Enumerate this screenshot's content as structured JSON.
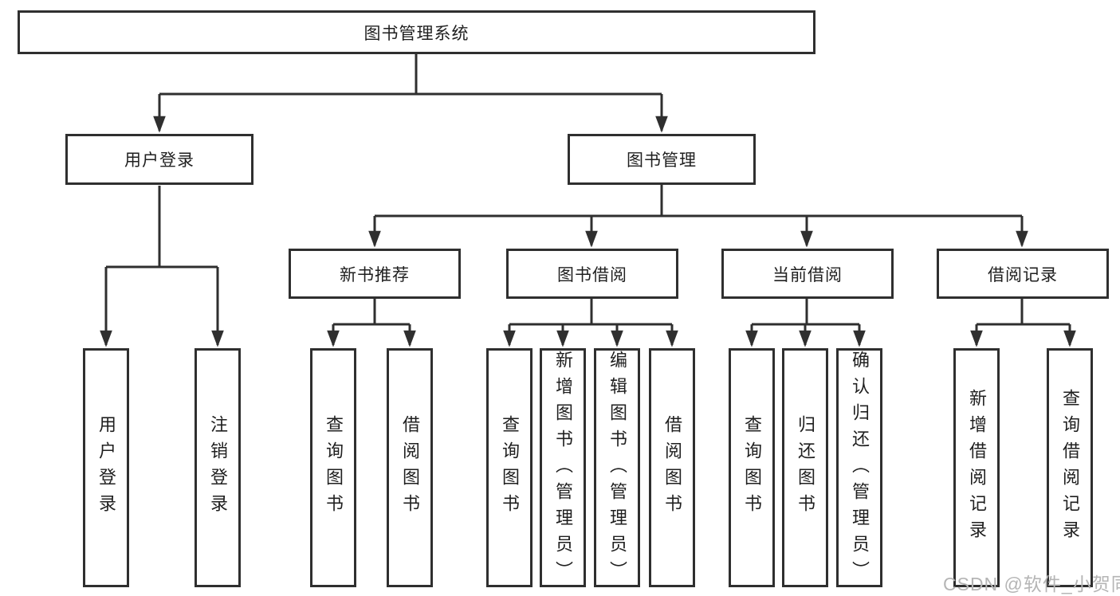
{
  "tree": {
    "label": "图书管理系统",
    "children": [
      {
        "label": "用户登录",
        "children": [
          {
            "label": "用户登录"
          },
          {
            "label": "注销登录"
          }
        ]
      },
      {
        "label": "图书管理",
        "children": [
          {
            "label": "新书推荐",
            "children": [
              {
                "label": "查询图书"
              },
              {
                "label": "借阅图书"
              }
            ]
          },
          {
            "label": "图书借阅",
            "children": [
              {
                "label": "查询图书"
              },
              {
                "label": "新增图书（管理员）"
              },
              {
                "label": "编辑图书（管理员）"
              },
              {
                "label": "借阅图书"
              }
            ]
          },
          {
            "label": "当前借阅",
            "children": [
              {
                "label": "查询图书"
              },
              {
                "label": "归还图书"
              },
              {
                "label": "确认归还（管理员）"
              }
            ]
          },
          {
            "label": "借阅记录",
            "children": [
              {
                "label": "新增借阅记录"
              },
              {
                "label": "查询借阅记录"
              }
            ]
          }
        ]
      }
    ]
  },
  "watermark": {
    "text": "CSDN @软件_小贺同学"
  },
  "colors": {
    "line": "#2f2f2f",
    "box_border": "#2f2f2f",
    "text": "#1f1f1f",
    "background": "#ffffff",
    "watermark": "#b5b5b5"
  }
}
